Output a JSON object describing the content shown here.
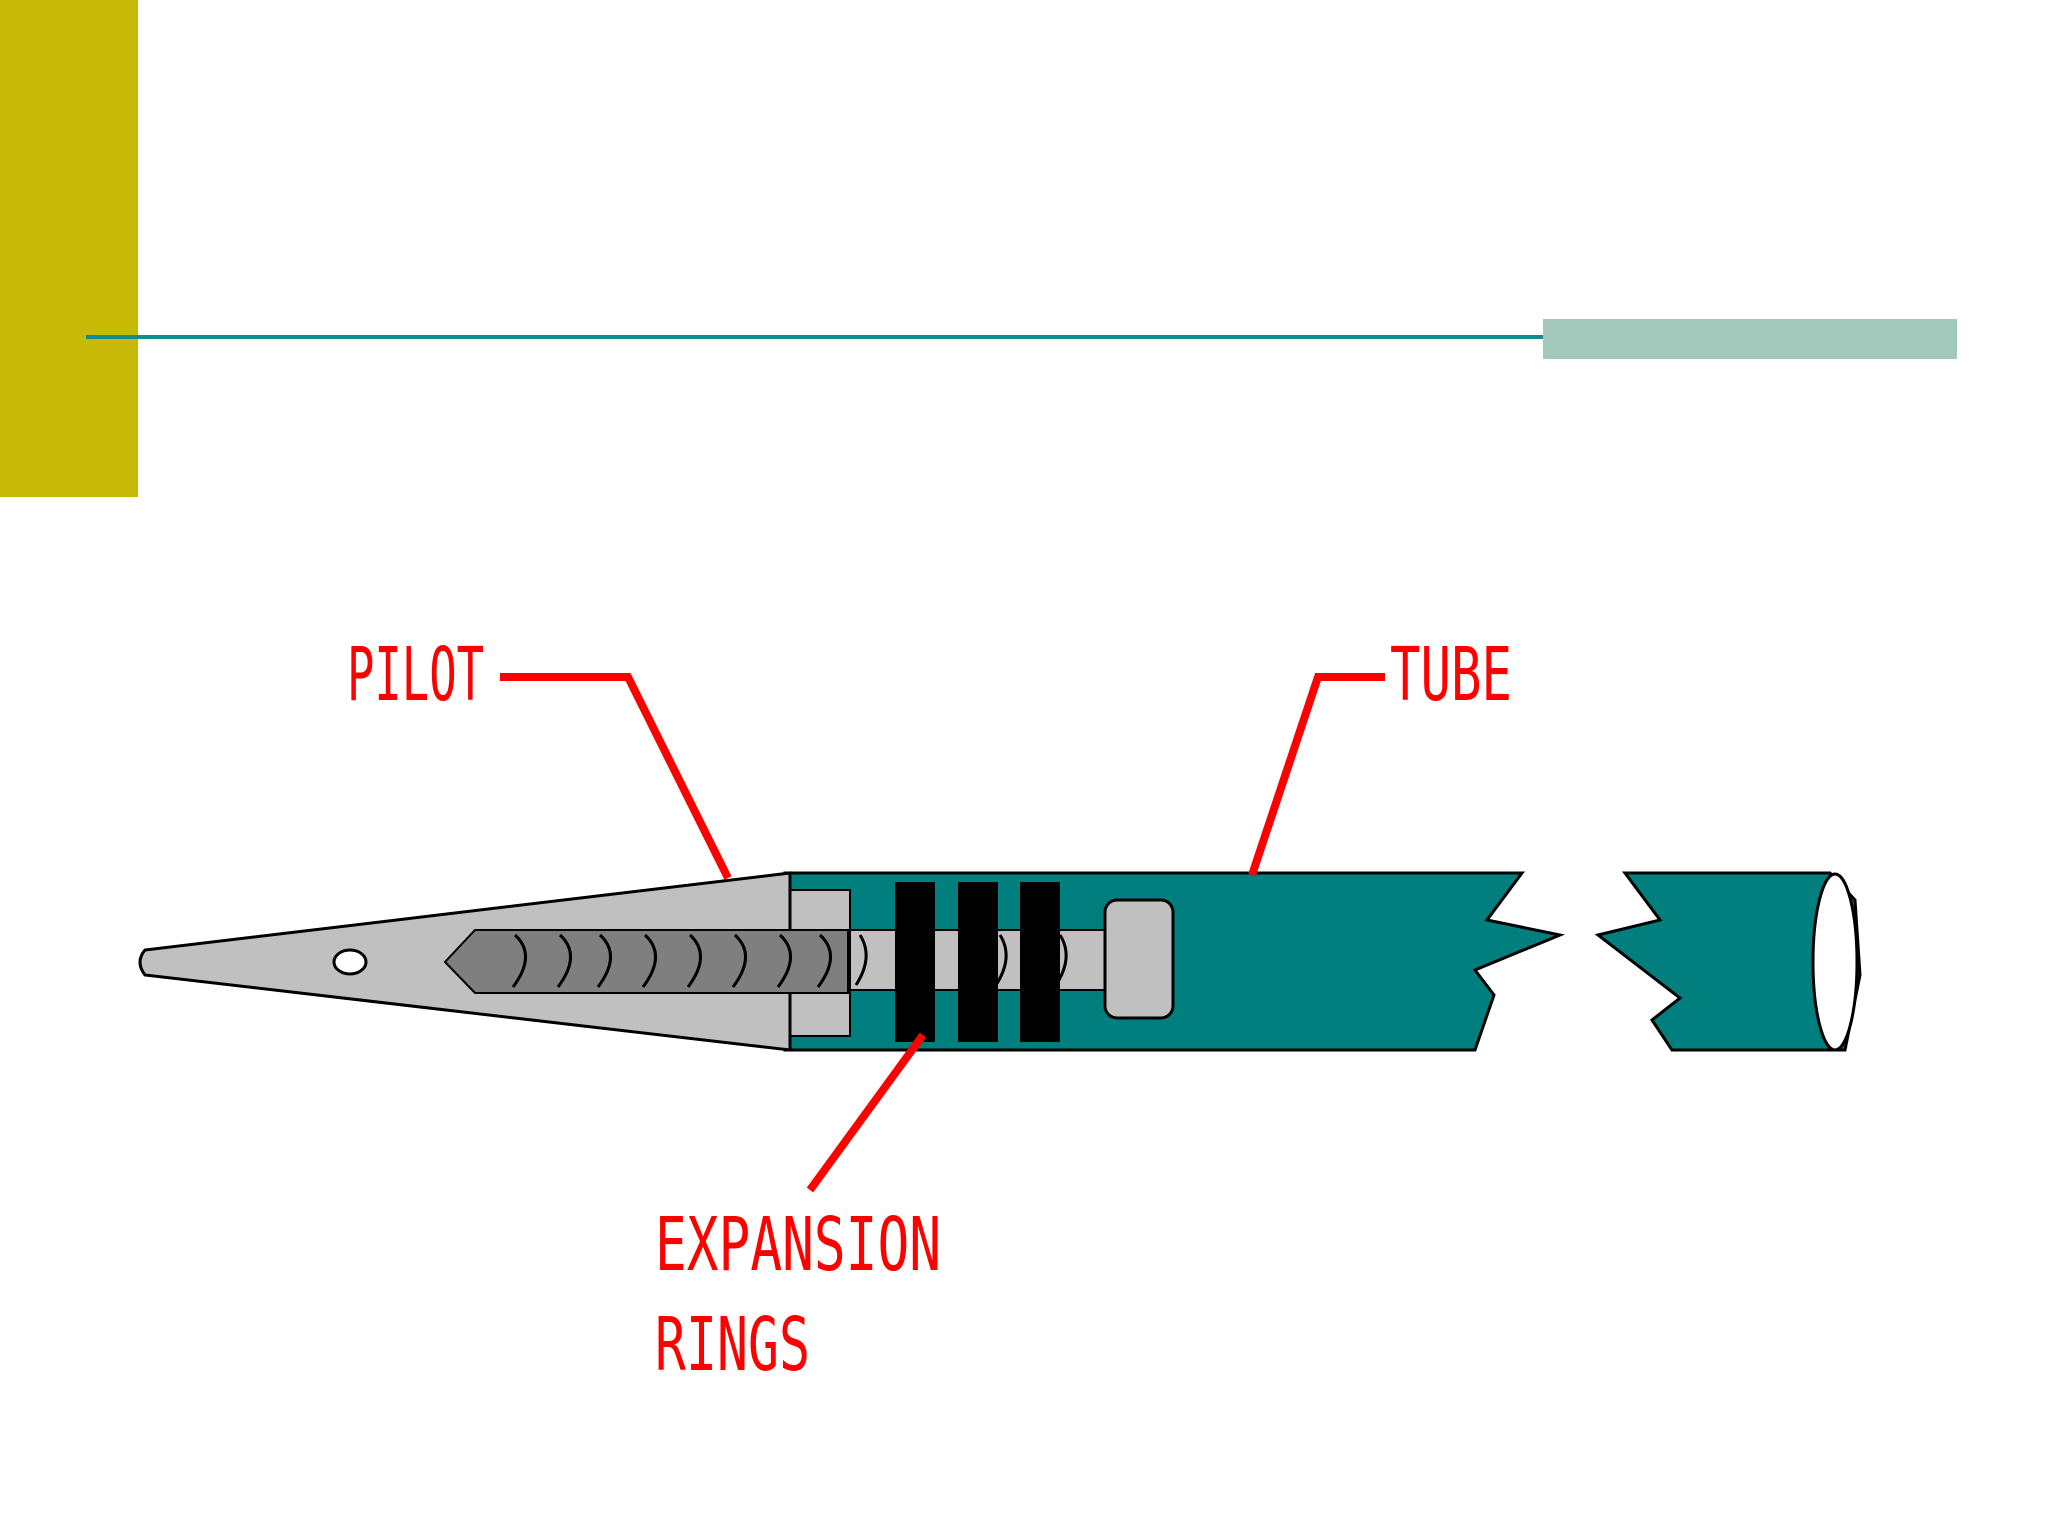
{
  "colors": {
    "accent_block": "#c8b906",
    "title_rule": "#0e8f8c",
    "title_rule_bar": "#a3c9bd",
    "tube": "#017f7e",
    "pilot": "#c0c0c0",
    "thread": "#7f7f7f",
    "rings": "#000000",
    "label": "#ff0000"
  },
  "diagram": {
    "labels": {
      "pilot": "PILOT",
      "tube": "TUBE",
      "expansion_line1": "EXPANSION",
      "expansion_line2": "RINGS"
    }
  }
}
